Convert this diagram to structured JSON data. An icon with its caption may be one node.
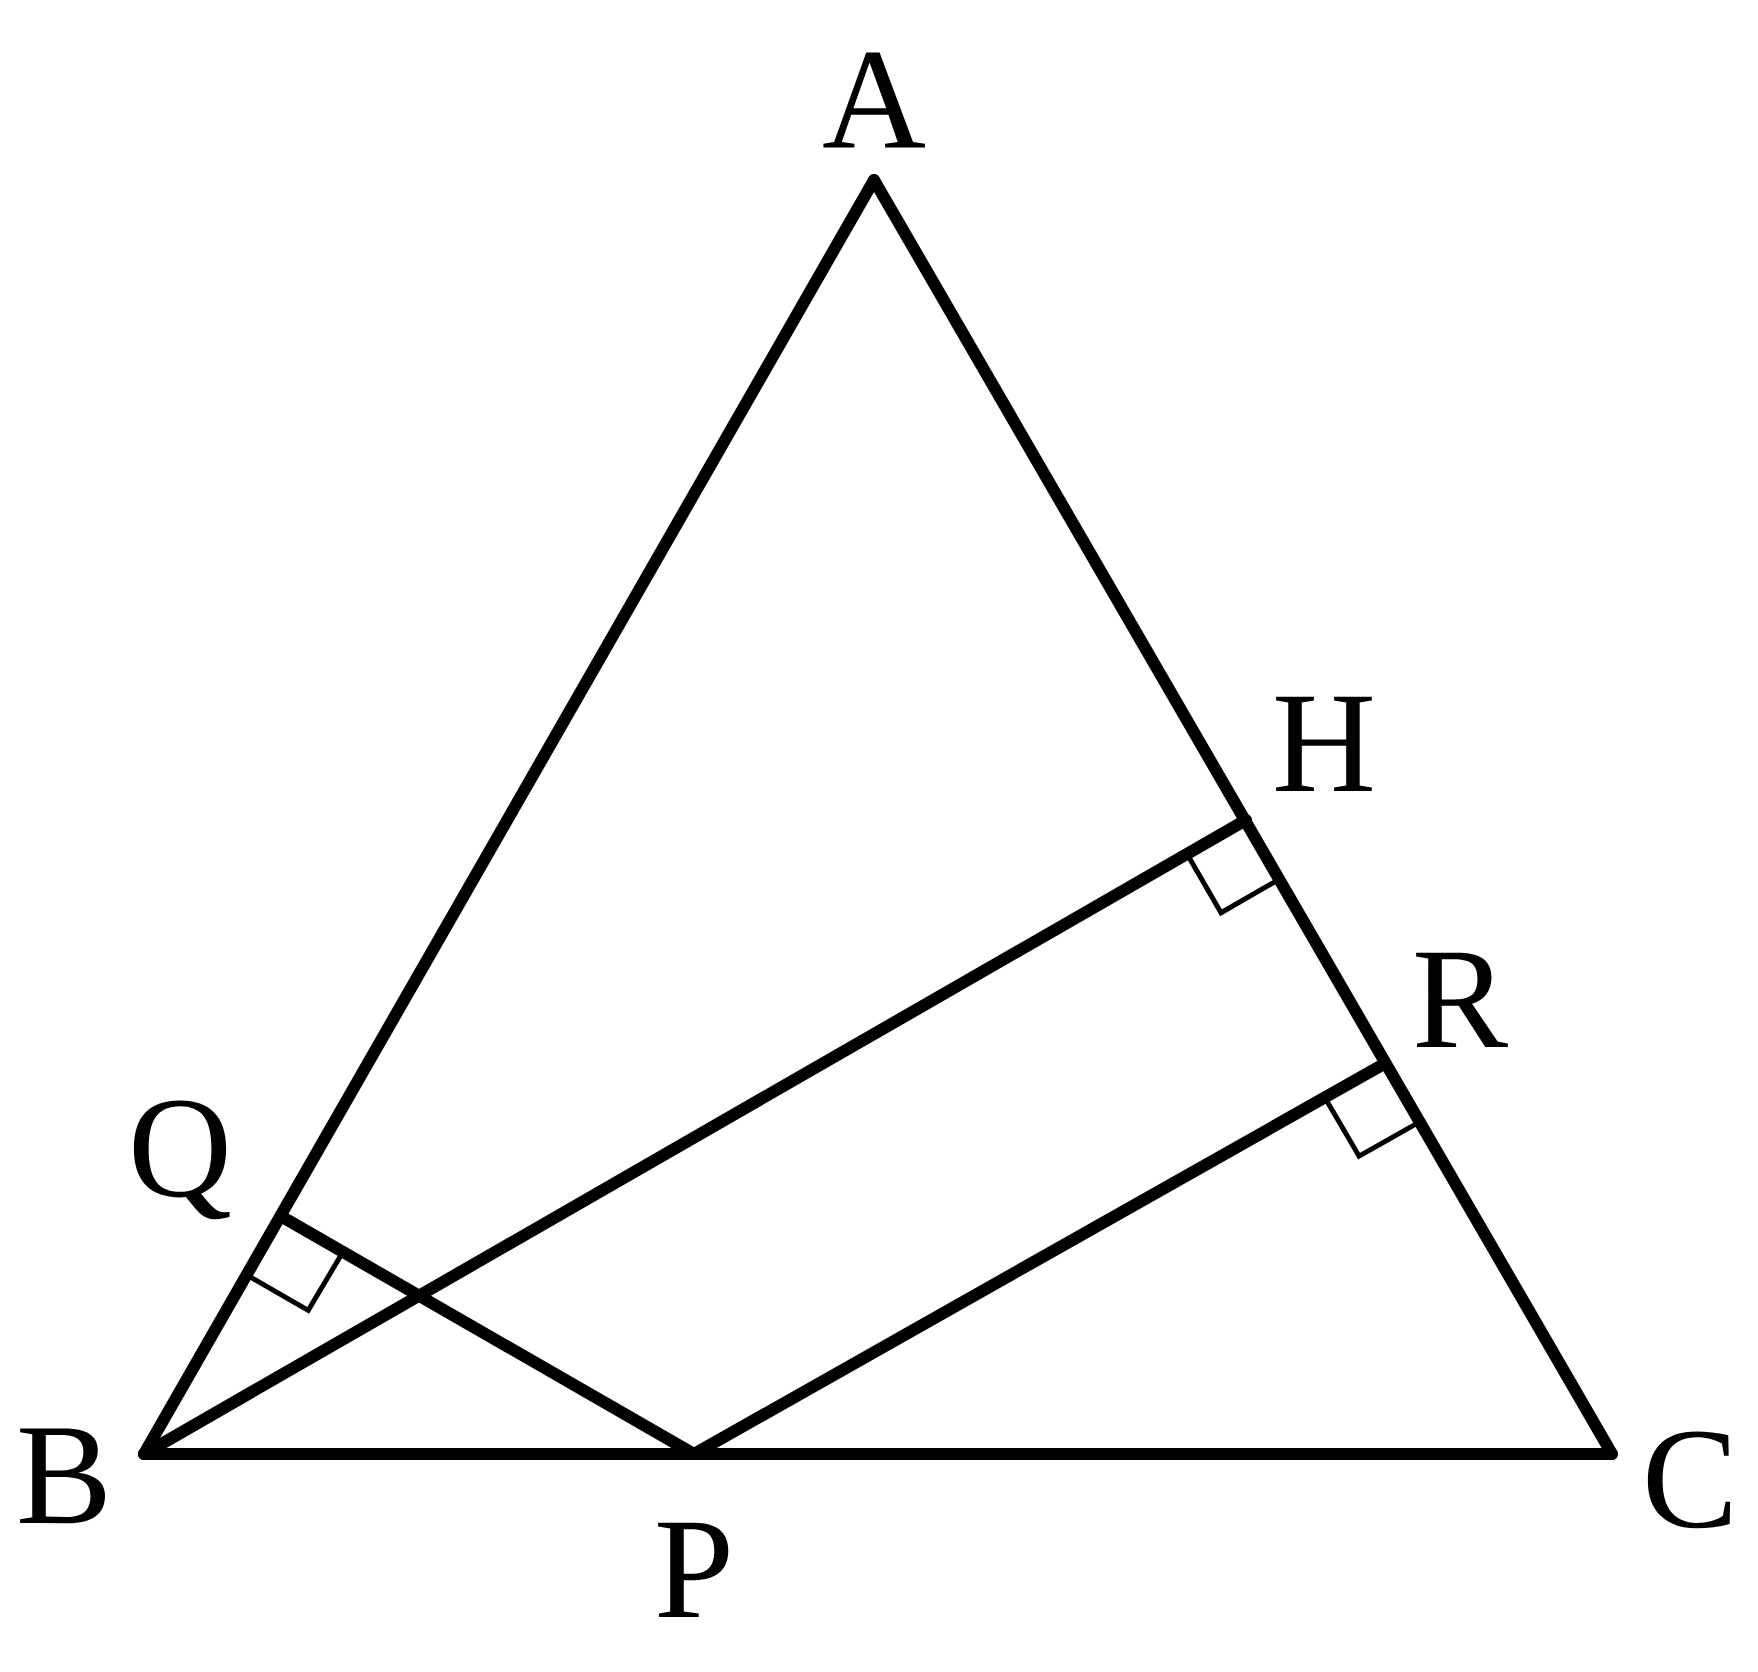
{
  "diagram": {
    "nodes": [
      {
        "text": [
          "A"
        ]
      },
      {
        "text": [
          "H"
        ]
      },
      {
        "text": [
          "R"
        ]
      },
      {
        "text": [
          "Q"
        ]
      },
      {
        "text": [
          "B"
        ]
      },
      {
        "text": [
          "P"
        ]
      },
      {
        "text": [
          "C"
        ]
      }
    ],
    "edges": [
      {
        "from": 0,
        "to": 4,
        "arrow": "none"
      },
      {
        "from": 0,
        "to": 6,
        "arrow": "none"
      },
      {
        "from": 4,
        "to": 6,
        "arrow": "none"
      },
      {
        "from": 4,
        "to": 1,
        "arrow": "none"
      },
      {
        "from": 5,
        "to": 3,
        "arrow": "none"
      },
      {
        "from": 5,
        "to": 2,
        "arrow": "none"
      }
    ]
  }
}
